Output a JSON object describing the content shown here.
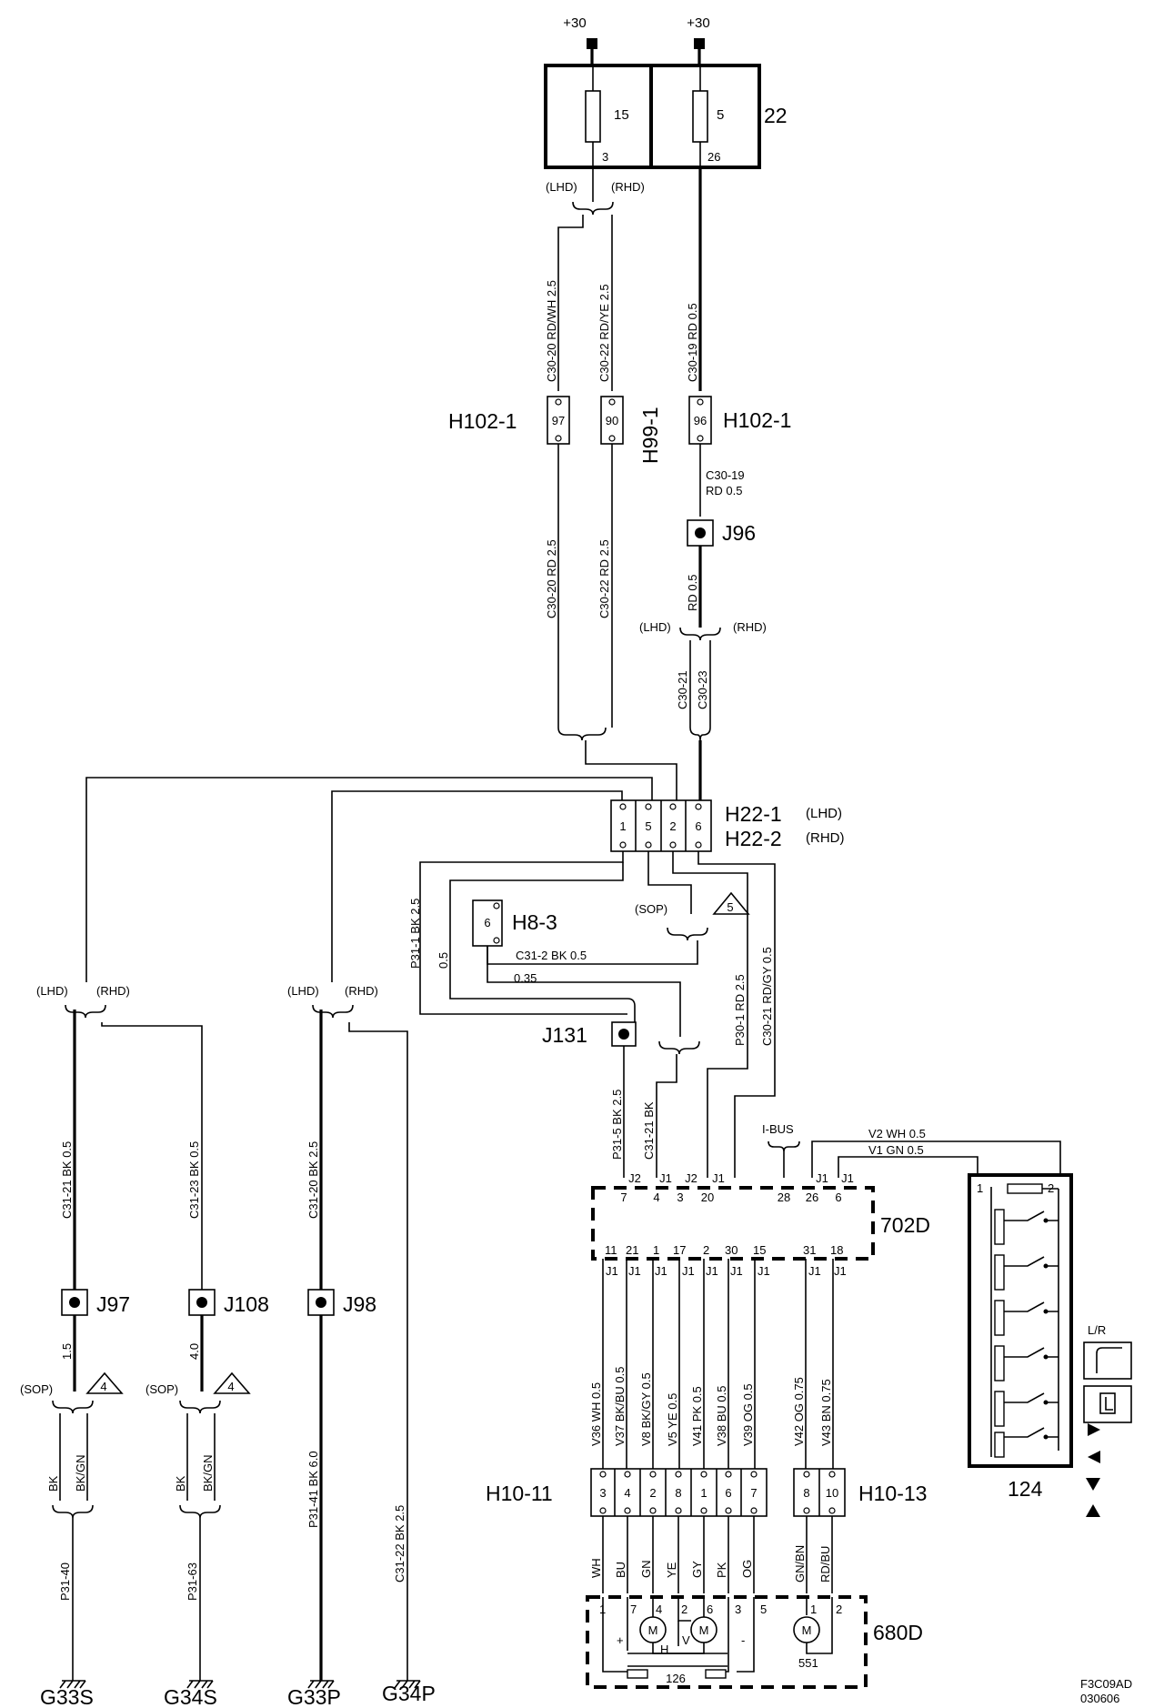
{
  "supply": {
    "left": "+30",
    "right": "+30"
  },
  "fusebox": {
    "id": "22",
    "fuse_left": {
      "num": "15",
      "pin": "3"
    },
    "fuse_right": {
      "num": "5",
      "pin": "26"
    }
  },
  "variants": {
    "lhd": "(LHD)",
    "rhd": "(RHD)",
    "sop": "(SOP)"
  },
  "top_wires": {
    "c30_20": "C30-20 RD/WH 2.5",
    "c30_22": "C30-22 RD/YE 2.5",
    "c30_19": "C30-19 RD 0.5"
  },
  "connectors_mid": {
    "h102_left": {
      "label": "H102-1",
      "pin": "97"
    },
    "h99": {
      "label": "H99-1",
      "pin": "90"
    },
    "h102_right": {
      "label": "H102-1",
      "pin": "96"
    }
  },
  "mid_wires": {
    "c30_20": "C30-20 RD 2.5",
    "c30_22": "C30-22 RD 2.5",
    "c30_19_line1": "C30-19",
    "c30_19_line2": "RD   0.5",
    "rd05": "RD 0.5",
    "c30_21": "C30-21",
    "c30_23": "C30-23"
  },
  "splices": {
    "j96": "J96",
    "j131": "J131",
    "j97": "J97",
    "j108": "J108",
    "j98": "J98"
  },
  "h22": {
    "label1": "H22-1",
    "label1_note": "(LHD)",
    "label2": "H22-2",
    "label2_note": "(RHD)",
    "pins": [
      "1",
      "5",
      "2",
      "6"
    ]
  },
  "h8": {
    "label": "H8-3",
    "pin": "6"
  },
  "note_triangle": {
    "five": "5",
    "four_a": "4",
    "four_b": "4"
  },
  "center_wires": {
    "p31_1": "P31-1 BK 2.5",
    "c31_2": "C31-2  BK  0.5",
    "w05": "0.5",
    "w035": "0.35",
    "p30_1": "P30-1 RD 2.5",
    "c30_21": "C30-21 RD/GY 0.5",
    "p31_5": "P31-5 BK 2.5",
    "c31_21": "C31-21 BK"
  },
  "ibus": {
    "label": "I-BUS",
    "v2": "V2   WH   0.5",
    "v1": "V1   GN   0.5"
  },
  "module_702d": {
    "label": "702D",
    "top_pins": [
      {
        "num": "7",
        "conn": "J2"
      },
      {
        "num": "4",
        "conn": "J1"
      },
      {
        "num": "3",
        "conn": "J2"
      },
      {
        "num": "20",
        "conn": "J1"
      },
      {
        "num": "28",
        "conn": ""
      },
      {
        "num": "26",
        "conn": "J1"
      },
      {
        "num": "6",
        "conn": "J1"
      }
    ],
    "bottom_pins": [
      {
        "num": "11",
        "conn": "J1"
      },
      {
        "num": "21",
        "conn": "J1"
      },
      {
        "num": "1",
        "conn": "J1"
      },
      {
        "num": "17",
        "conn": "J1"
      },
      {
        "num": "2",
        "conn": "J1"
      },
      {
        "num": "30",
        "conn": "J1"
      },
      {
        "num": "15",
        "conn": "J1"
      },
      {
        "num": "31",
        "conn": "J1"
      },
      {
        "num": "18",
        "conn": "J1"
      }
    ]
  },
  "lower_wires": [
    "V36  WH  0.5",
    "V37  BK/BU  0.5",
    "V8  BK/GY  0.5",
    "V5  YE  0.5",
    "V41  PK  0.5",
    "V38  BU  0.5",
    "V39  OG  0.5",
    "V42  OG  0.75",
    "V43  BN  0.75"
  ],
  "h10_11": {
    "label": "H10-11",
    "pins": [
      "3",
      "4",
      "2",
      "8",
      "1",
      "6",
      "7"
    ]
  },
  "h10_13": {
    "label": "H10-13",
    "pins": [
      "8",
      "10"
    ]
  },
  "motor_colors": [
    "WH",
    "BU",
    "GN",
    "YE",
    "GY",
    "PK",
    "OG",
    "GN/BN",
    "RD/BU"
  ],
  "module_680d": {
    "label": "680D",
    "pins": [
      "1",
      "7",
      "4",
      "2",
      "6",
      "3",
      "5",
      "1",
      "2"
    ],
    "motor_glyph": "M",
    "h": "H",
    "v": "V",
    "plus": "+",
    "minus": "-",
    "sub_126": "126",
    "sub_551": "551"
  },
  "switch_124": {
    "label": "124",
    "pin1": "1",
    "pin2": "2",
    "lr": "L/R"
  },
  "ground_left": {
    "w1": "C31-21  BK  0.5",
    "w2": "C31-23  BK  0.5",
    "w3": "C31-20  BK  2.5",
    "w4": "C31-22  BK  2.5",
    "p41": "P31-41  BK  6.0",
    "g15": "1.5",
    "g40": "4.0",
    "bk": "BK",
    "bkgn": "BK/GN",
    "p31_40": "P31-40",
    "p31_63": "P31-63"
  },
  "grounds": [
    "G33S",
    "G34S",
    "G33P",
    "G34P"
  ],
  "footer": {
    "code": "F3C09AD",
    "date": "030606"
  }
}
